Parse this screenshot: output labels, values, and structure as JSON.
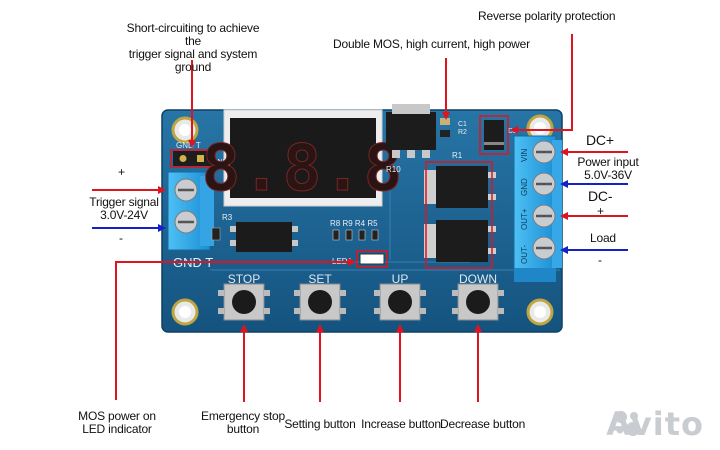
{
  "labels": {
    "short_circuit": "Short-circuiting to achieve the\ntrigger signal and system ground",
    "double_mos": "Double MOS, high current, high power",
    "reverse_polarity": "Reverse polarity protection",
    "dc_plus": "DC+",
    "power_input": "Power input\n5.0V-36V",
    "dc_minus": "DC-",
    "load_plus": "+",
    "load": "Load",
    "load_minus": "-",
    "trigger_plus": "+",
    "trigger_signal": "Trigger signal\n3.0V-24V",
    "trigger_minus": "-",
    "mos_power_led": "MOS power on\nLED indicator",
    "emergency_stop": "Emergency stop\nbutton",
    "setting": "Setting button",
    "increase": "Increase button",
    "decrease": "Decrease button"
  },
  "pcb": {
    "gnd_t_top": "GND  T",
    "gnd_small": "GND",
    "gnd_t_bottom": "GND  T",
    "display": "8.8.8",
    "resistors": "R8 R9 R4 R5",
    "led1": "LED1",
    "r1": "R1",
    "r10": "R10",
    "r3": "R3",
    "r2": "R2",
    "d2": "D2",
    "c1": "C1",
    "vin": "VIN",
    "gnd_term": "GND",
    "out_plus": "OUT+",
    "out_minus": "OUT-",
    "stop": "STOP",
    "set": "SET",
    "up": "UP",
    "down": "DOWN"
  },
  "watermark": "Avito",
  "colors": {
    "pcb": "#1a5f8e",
    "arrow_red": "#e0141e",
    "arrow_blue": "#1420c8",
    "terminal": "#2aa7e8",
    "display_red": "#ff2020"
  }
}
